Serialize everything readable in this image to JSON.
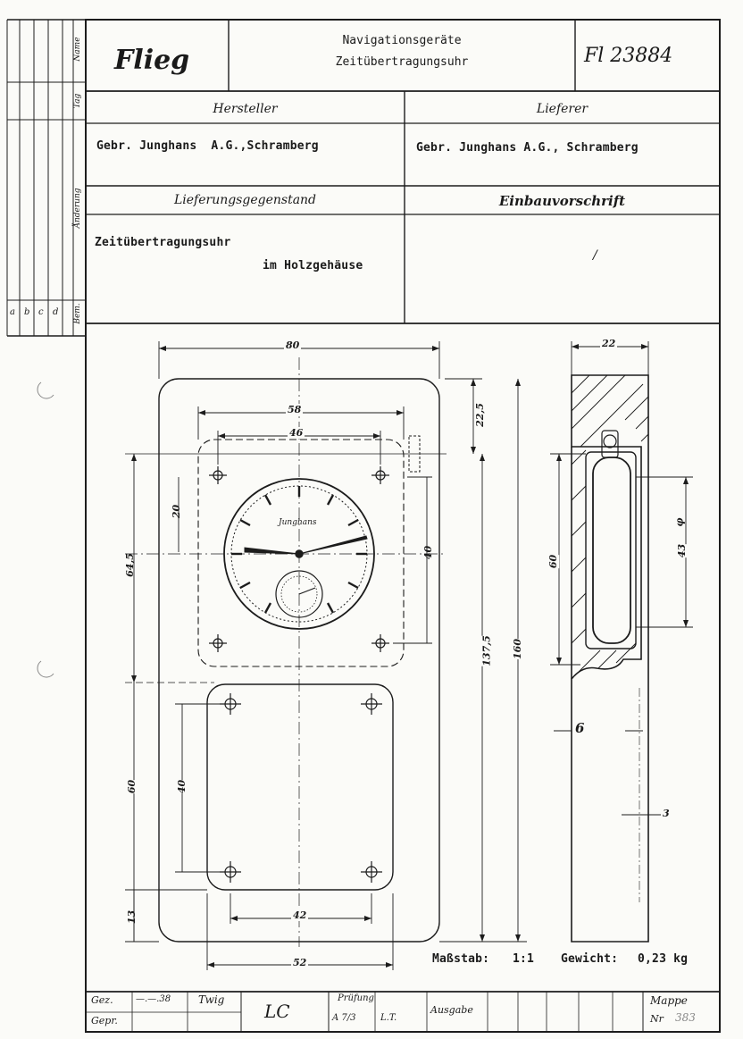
{
  "header": {
    "brand": "Flieg",
    "title_line1": "Navigationsgeräte",
    "title_line2": "Zeitübertragungsuhr",
    "drawing_number": "Fl 23884"
  },
  "left_margin": {
    "name_label": "Name",
    "date_label": "Tag",
    "change_label": "Änderung",
    "note_label": "Bem.",
    "letters": [
      "a",
      "b",
      "c",
      "d"
    ]
  },
  "manufacturer": {
    "label": "Hersteller",
    "value": "Gebr. Junghans  A.G.,Schramberg"
  },
  "supplier": {
    "label": "Lieferer",
    "value": "Gebr. Junghans A.G., Schramberg"
  },
  "delivery_item": {
    "label": "Lieferungsgegenstand",
    "line1": "Zeitübertragungsuhr",
    "line2": "im Holzgehäuse"
  },
  "installation": {
    "label": "Einbauvorschrift",
    "value": "/"
  },
  "drawing": {
    "dims": {
      "width_80": "80",
      "width_58": "58",
      "width_46": "46",
      "height_20": "20",
      "height_40_right": "40",
      "height_64_5": "64,5",
      "height_22_5": "22,5",
      "height_137_5": "137,5",
      "height_160": "160",
      "height_60_left": "60",
      "height_40_lower": "40",
      "height_13": "13",
      "width_42": "42",
      "width_52": "52",
      "depth_22": "22",
      "side_60": "60",
      "side_43": "43",
      "side_phi": "φ",
      "side_6": "6",
      "side_3": "3"
    },
    "dial_logo": "Junghans"
  },
  "scale_weight": {
    "scale_label": "Maßstab:",
    "scale_value": "1:1",
    "weight_label": "Gewicht:",
    "weight_value": "0,23 kg"
  },
  "footer": {
    "drawn_label": "Gez.",
    "checked_label": "Gepr.",
    "drawn_date": "—.—.38",
    "drawn_initials": "Twig",
    "initials_lc": "LC",
    "review_label": "Prüfung",
    "review_code": "A 7/3",
    "review_note": "L.T.",
    "issue_label": "Ausgabe",
    "folder_label": "Mappe",
    "folder_no_label": "Nr",
    "folder_no": "383"
  }
}
